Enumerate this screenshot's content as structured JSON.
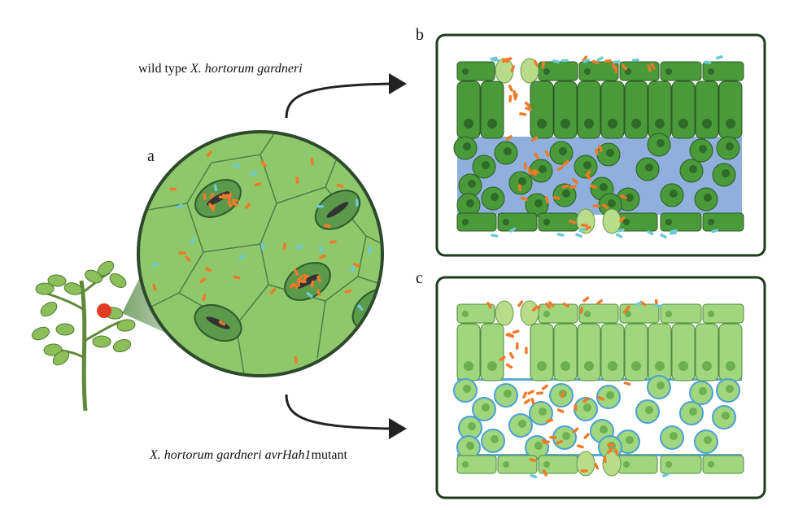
{
  "labels": {
    "top_prefix": "wild type ",
    "top_species": "X. hortorum gardneri",
    "bottom_species": "X. hortorum gardneri avrHah1",
    "bottom_suffix": "mutant"
  },
  "panels": {
    "a": "a",
    "b": "b",
    "c": "c"
  },
  "colors": {
    "leaf_dark": "#4a9a3a",
    "leaf_light": "#9fd67e",
    "water_soaked": "#8fb0dc",
    "bacteria": "#f07a2a",
    "cyan_particles": "#6cc9d6",
    "frame": "#1f3a1f"
  }
}
